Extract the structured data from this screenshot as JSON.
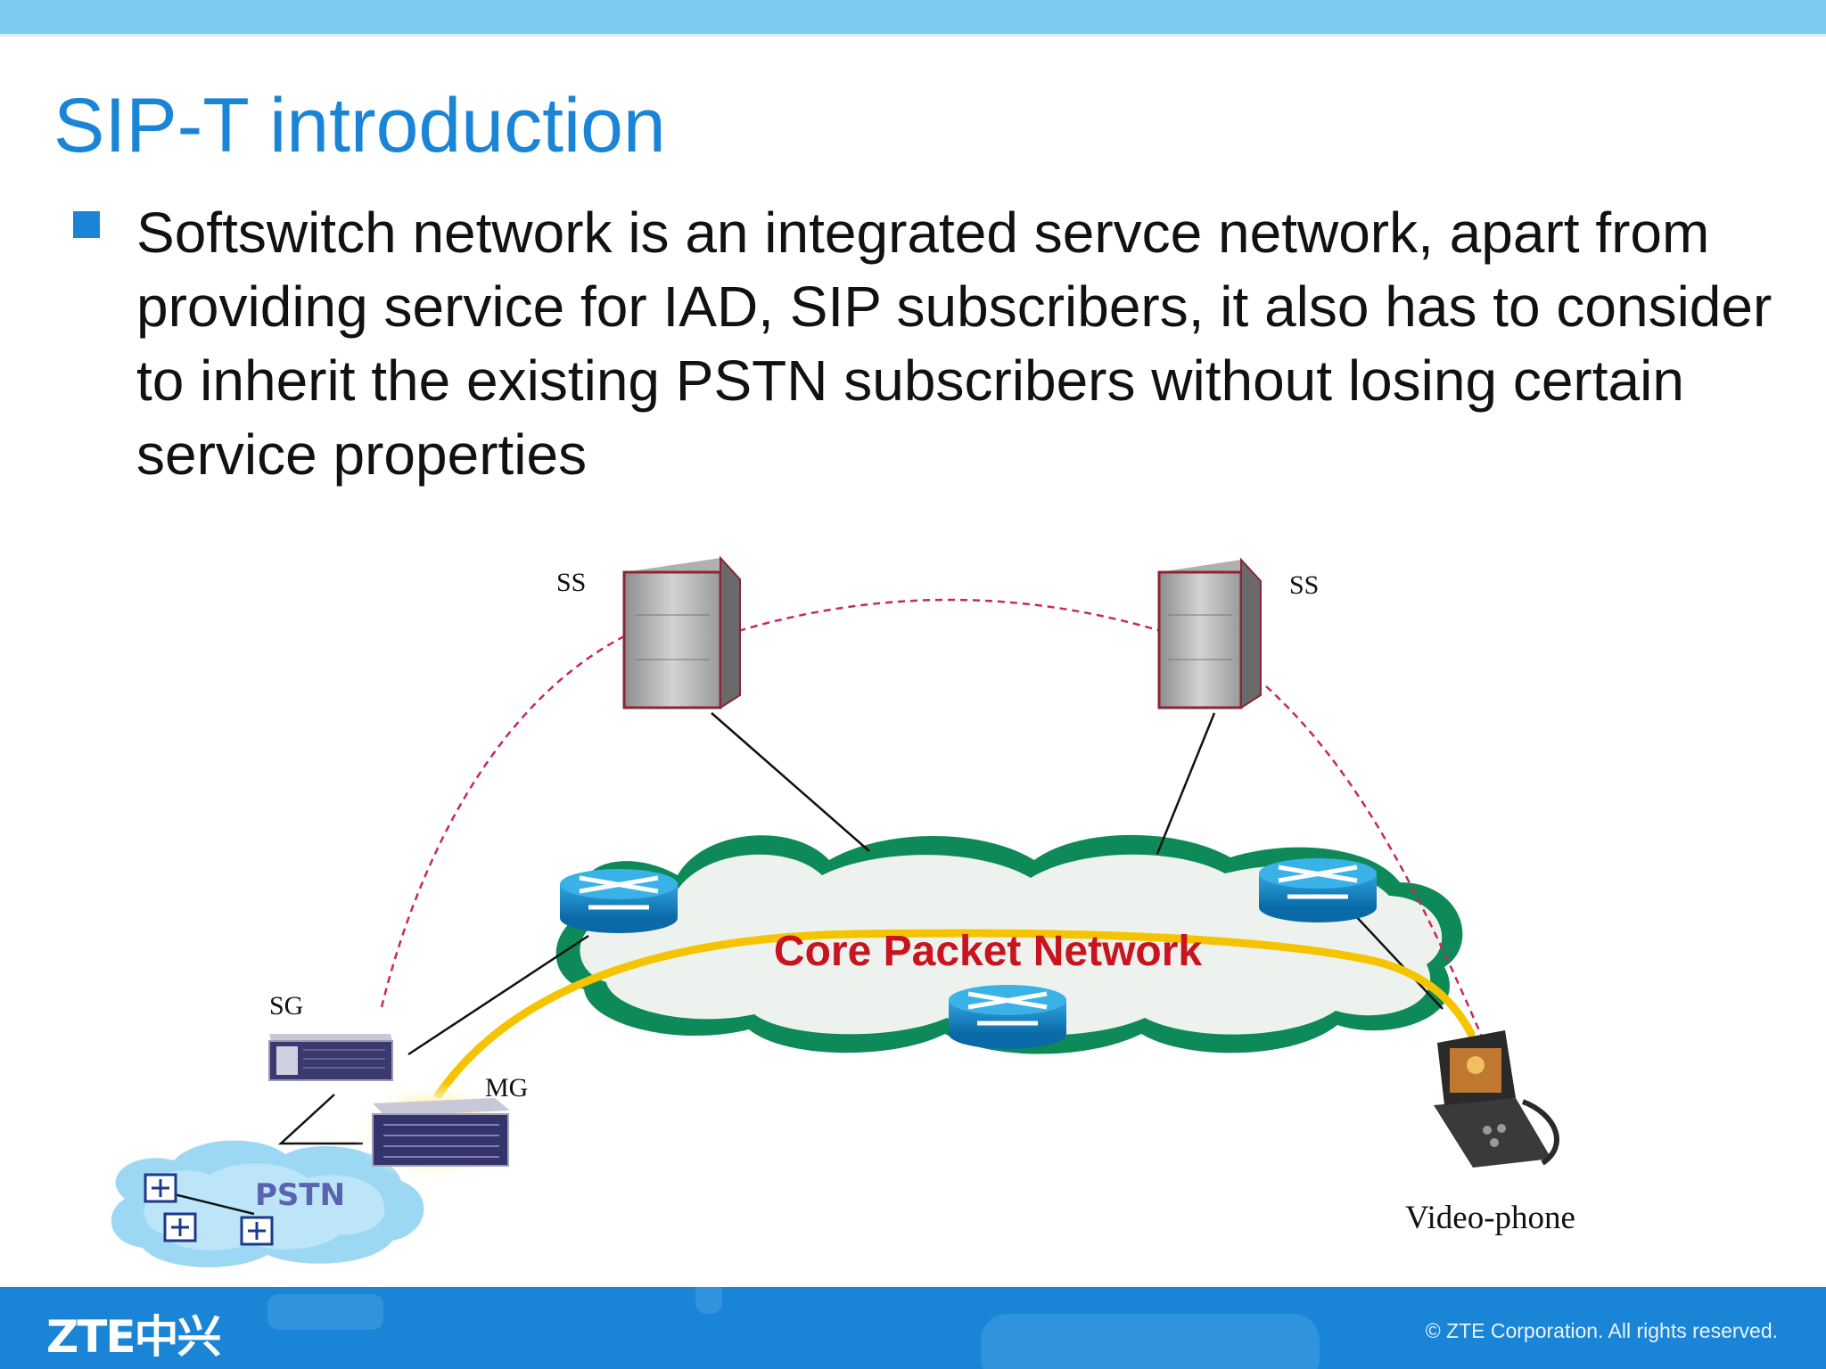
{
  "slide": {
    "title": "SIP-T introduction",
    "bullet": "Softswitch network is an integrated servce network, apart from providing service for IAD, SIP subscribers, it also has to consider to inherit the existing PSTN subscribers without losing certain service properties"
  },
  "diagram": {
    "ss_left_label": "SS",
    "ss_right_label": "SS",
    "core_label": "Core Packet Network",
    "sg_label": "SG",
    "mg_label": "MG",
    "pstn_label": "PSTN",
    "videophone_label": "Video-phone"
  },
  "footer": {
    "logo": "ZTE中兴",
    "copyright": "© ZTE Corporation. All rights reserved."
  },
  "colors": {
    "accent_blue": "#1a84d6",
    "core_label_red": "#c8141e",
    "signaling_dash": "#c8285a",
    "media_path_yellow": "#f5c400"
  }
}
